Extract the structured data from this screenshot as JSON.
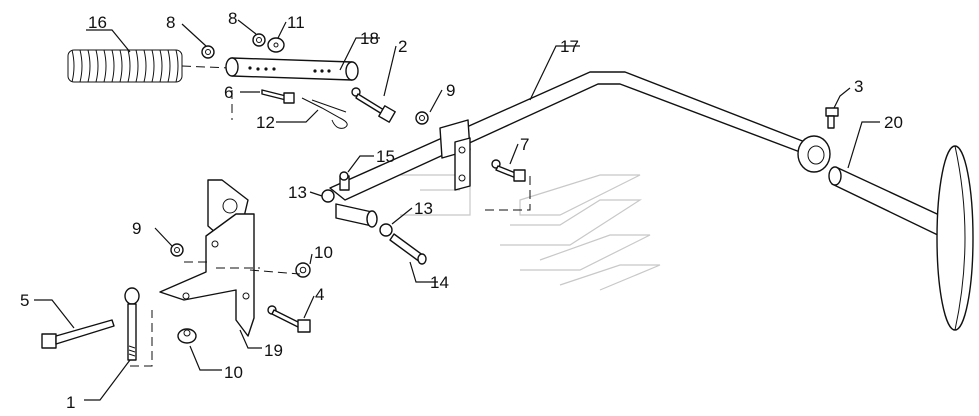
{
  "labels": {
    "l16": "16",
    "l8a": "8",
    "l8b": "8",
    "l11": "11",
    "l18": "18",
    "l2": "2",
    "l6": "6",
    "l12": "12",
    "l17": "17",
    "l9a": "9",
    "l3": "3",
    "l20": "20",
    "l15": "15",
    "l7": "7",
    "l13a": "13",
    "l13b": "13",
    "l14": "14",
    "l9b": "9",
    "l10a": "10",
    "l5": "5",
    "l4": "4",
    "l19": "19",
    "l10b": "10",
    "l1": "1"
  }
}
